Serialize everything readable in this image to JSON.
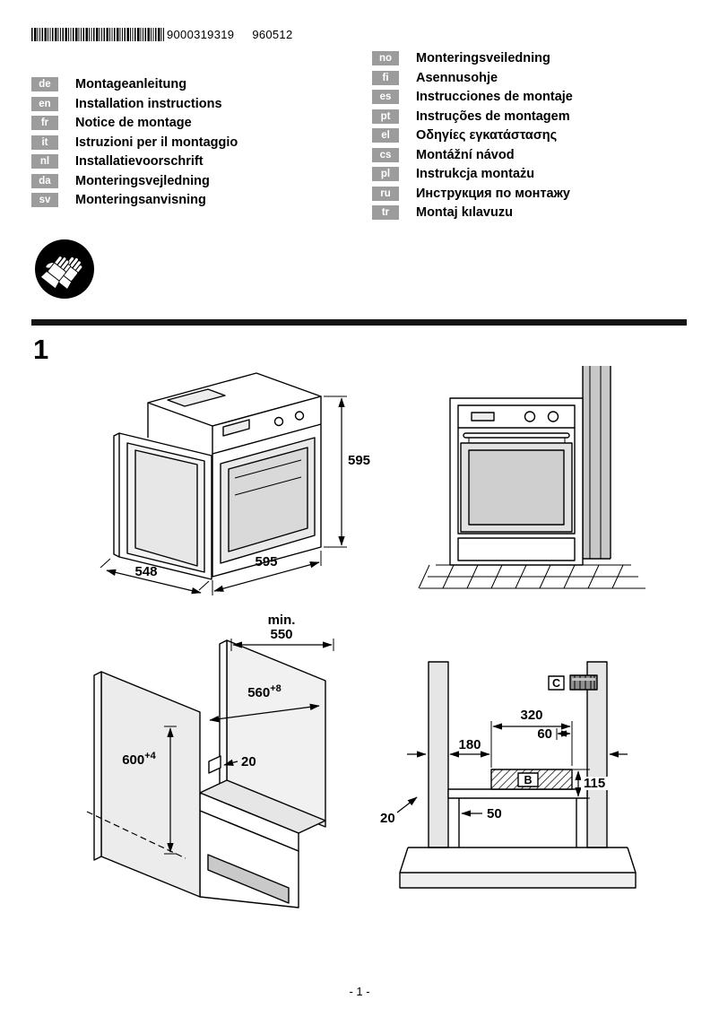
{
  "header": {
    "barcode_number": "9000319319",
    "print_code": "960512"
  },
  "languages": {
    "left": [
      {
        "code": "de",
        "label": "Montageanleitung"
      },
      {
        "code": "en",
        "label": "Installation instructions"
      },
      {
        "code": "fr",
        "label": "Notice de montage"
      },
      {
        "code": "it",
        "label": "Istruzioni per il montaggio"
      },
      {
        "code": "nl",
        "label": "Installatievoorschrift"
      },
      {
        "code": "da",
        "label": "Monteringsvejledning"
      },
      {
        "code": "sv",
        "label": "Monteringsanvisning"
      }
    ],
    "right": [
      {
        "code": "no",
        "label": "Monteringsveiledning"
      },
      {
        "code": "fi",
        "label": "Asennusohje"
      },
      {
        "code": "es",
        "label": "Instrucciones de montaje"
      },
      {
        "code": "pt",
        "label": "Instruções de montagem"
      },
      {
        "code": "el",
        "label": "Οδηγίες εγκατάστασης"
      },
      {
        "code": "cs",
        "label": "Montážní návod"
      },
      {
        "code": "pl",
        "label": "Instrukcja montażu"
      },
      {
        "code": "ru",
        "label": "Инструкция по монтажу"
      },
      {
        "code": "tr",
        "label": "Montaj kılavuzu"
      }
    ]
  },
  "section": {
    "number": "1"
  },
  "figures": {
    "oven_3d": {
      "height": "595",
      "width": "595",
      "depth": "548"
    },
    "cabinet_3d": {
      "min_label": "min.",
      "depth_min": "550",
      "niche_width": "560",
      "niche_width_tol": "+8",
      "niche_height": "600",
      "niche_height_tol": "+4",
      "rear_gap": "20"
    },
    "cross_section": {
      "label_c": "C",
      "label_b": "B",
      "dim_320": "320",
      "dim_60": "60",
      "dim_180": "180",
      "dim_115": "115",
      "dim_50": "50",
      "dim_20": "20"
    }
  },
  "footer": {
    "page_label": "- 1 -"
  }
}
